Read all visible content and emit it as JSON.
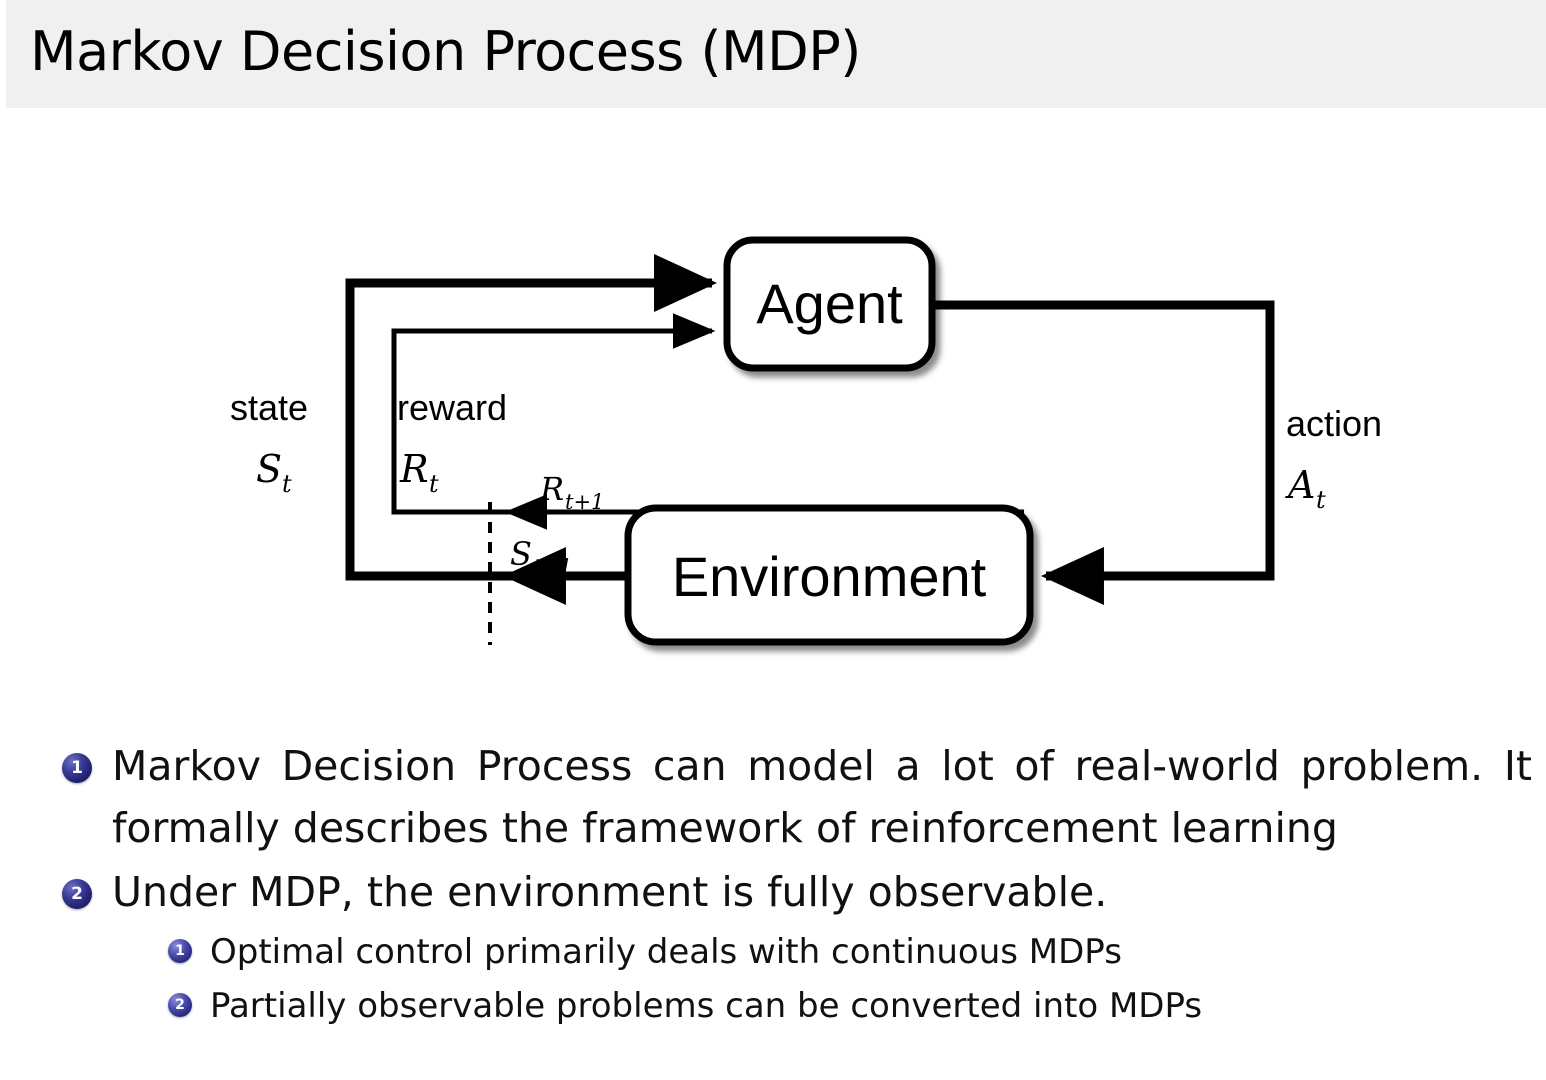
{
  "slide": {
    "title": "Markov Decision Process (MDP)",
    "header_bg": "#f0f0f0",
    "body_bg": "#ffffff",
    "bullet_color": "#2b2b80"
  },
  "diagram": {
    "name": "agent-environment-interaction-loop",
    "nodes": {
      "agent": "Agent",
      "environment": "Environment"
    },
    "edge_labels": {
      "state_word": "state",
      "state_symbol": "S",
      "state_subscript": "t",
      "reward_word": "reward",
      "reward_symbol": "R",
      "reward_subscript": "t",
      "action_word": "action",
      "action_symbol": "A",
      "action_subscript": "t",
      "next_reward_symbol": "R",
      "next_reward_subscript": "t+1",
      "next_state_symbol": "S",
      "next_state_subscript": "t+1"
    }
  },
  "bullets": [
    {
      "level": 1,
      "number": "1",
      "text": "Markov Decision Process can model a lot of real-world problem. It formally describes the framework of reinforcement learning"
    },
    {
      "level": 1,
      "number": "2",
      "text": "Under MDP, the environment is fully observable."
    },
    {
      "level": 2,
      "number": "1",
      "text": "Optimal control primarily deals with continuous MDPs"
    },
    {
      "level": 2,
      "number": "2",
      "text": "Partially observable problems can be converted into MDPs"
    }
  ]
}
